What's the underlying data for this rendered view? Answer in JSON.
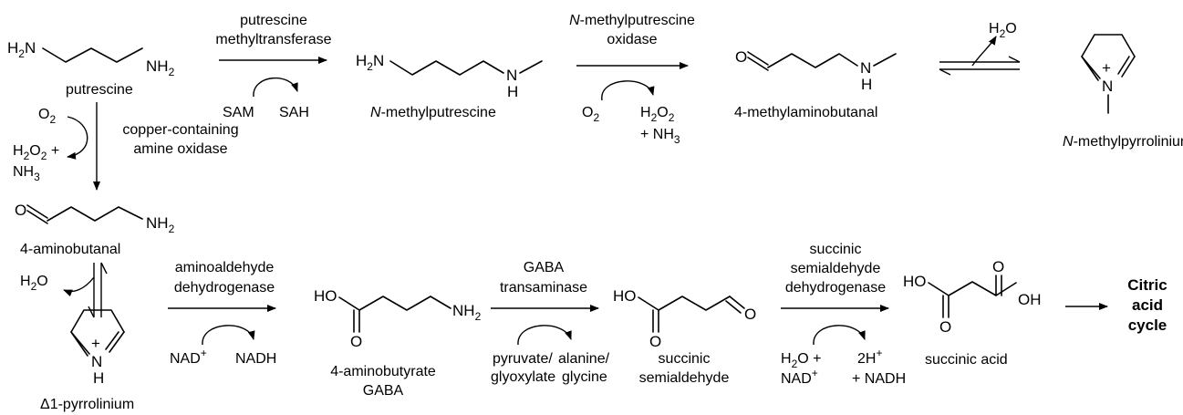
{
  "molecules": {
    "putrescine": "putrescine",
    "n_methylputrescine_italic": "N",
    "n_methylputrescine_rest": "-methylputrescine",
    "methylaminobutanal": "4-methylaminobutanal",
    "n_methylpyrrolinium_italic": "N",
    "n_methylpyrrolinium_rest": "-methylpyrrolinium",
    "aminobutanal": "4-aminobutanal",
    "pyrrolinium": "Δ1-pyrrolinium",
    "aminobutyrate_line1": "4-aminobutyrate",
    "aminobutyrate_line2": "GABA",
    "succinic_semialdehyde_line1": "succinic",
    "succinic_semialdehyde_line2": "semialdehyde",
    "succinic_acid": "succinic acid",
    "citric_line1": "Citric",
    "citric_line2": "acid",
    "citric_line3": "cycle"
  },
  "enzymes": {
    "pmt_line1": "putrescine",
    "pmt_line2": "methyltransferase",
    "mpo_line1_italic": "N",
    "mpo_line1_rest": "-methylputrescine",
    "mpo_line2": "oxidase",
    "cao_line1": "copper-containing",
    "cao_line2": "amine oxidase",
    "ald_line1": "aminoaldehyde",
    "ald_line2": "dehydrogenase",
    "gaba_line1": "GABA",
    "gaba_line2": "transaminase",
    "ssadh_line1": "succinic",
    "ssadh_line2": "semialdehyde",
    "ssadh_line3": "dehydrogenase"
  },
  "cofactors": {
    "sam": "SAM",
    "sah": "SAH",
    "o2_a": "O",
    "h2o2_a": "H",
    "nh3_a": "+ NH",
    "o2_b": "O",
    "h2o2_b": "H",
    "nh3_b": "NH",
    "h2o_top": "H",
    "h2o_left": "H",
    "nad_1": "NAD",
    "nadh_1": "NADH",
    "pyruvate": "pyruvate/",
    "glyoxylate": "glyoxylate",
    "alanine": "alanine/",
    "glycine": "glycine",
    "h2o_plus": "H",
    "nad_2": "NAD",
    "two_h": "2H",
    "nadh_2": "+ NADH"
  },
  "atoms": {
    "n": "N",
    "h": "H",
    "o": "O",
    "ho": "HO",
    "oh": "OH",
    "h2n": "H",
    "plus": "+",
    "sub2": "2",
    "sub3": "3",
    "o_suffix": "O",
    "o2_suffix_plus": "O",
    "plus_sign": " +"
  }
}
